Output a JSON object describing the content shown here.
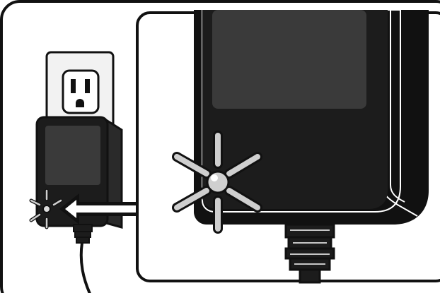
{
  "illustration": {
    "subject": "power-adapter-plugged-into-wall-outlet",
    "detail_view": "adapter-indicator-light-close-up",
    "indicator_state": "lit",
    "colors": {
      "ink": "#111111",
      "adapter_body": "#1c1c1c",
      "adapter_panel": "#3a3a3a",
      "outlet_plate": "#f2f2f2",
      "light_rays": "#cfcfcf",
      "background": "#ffffff"
    }
  }
}
